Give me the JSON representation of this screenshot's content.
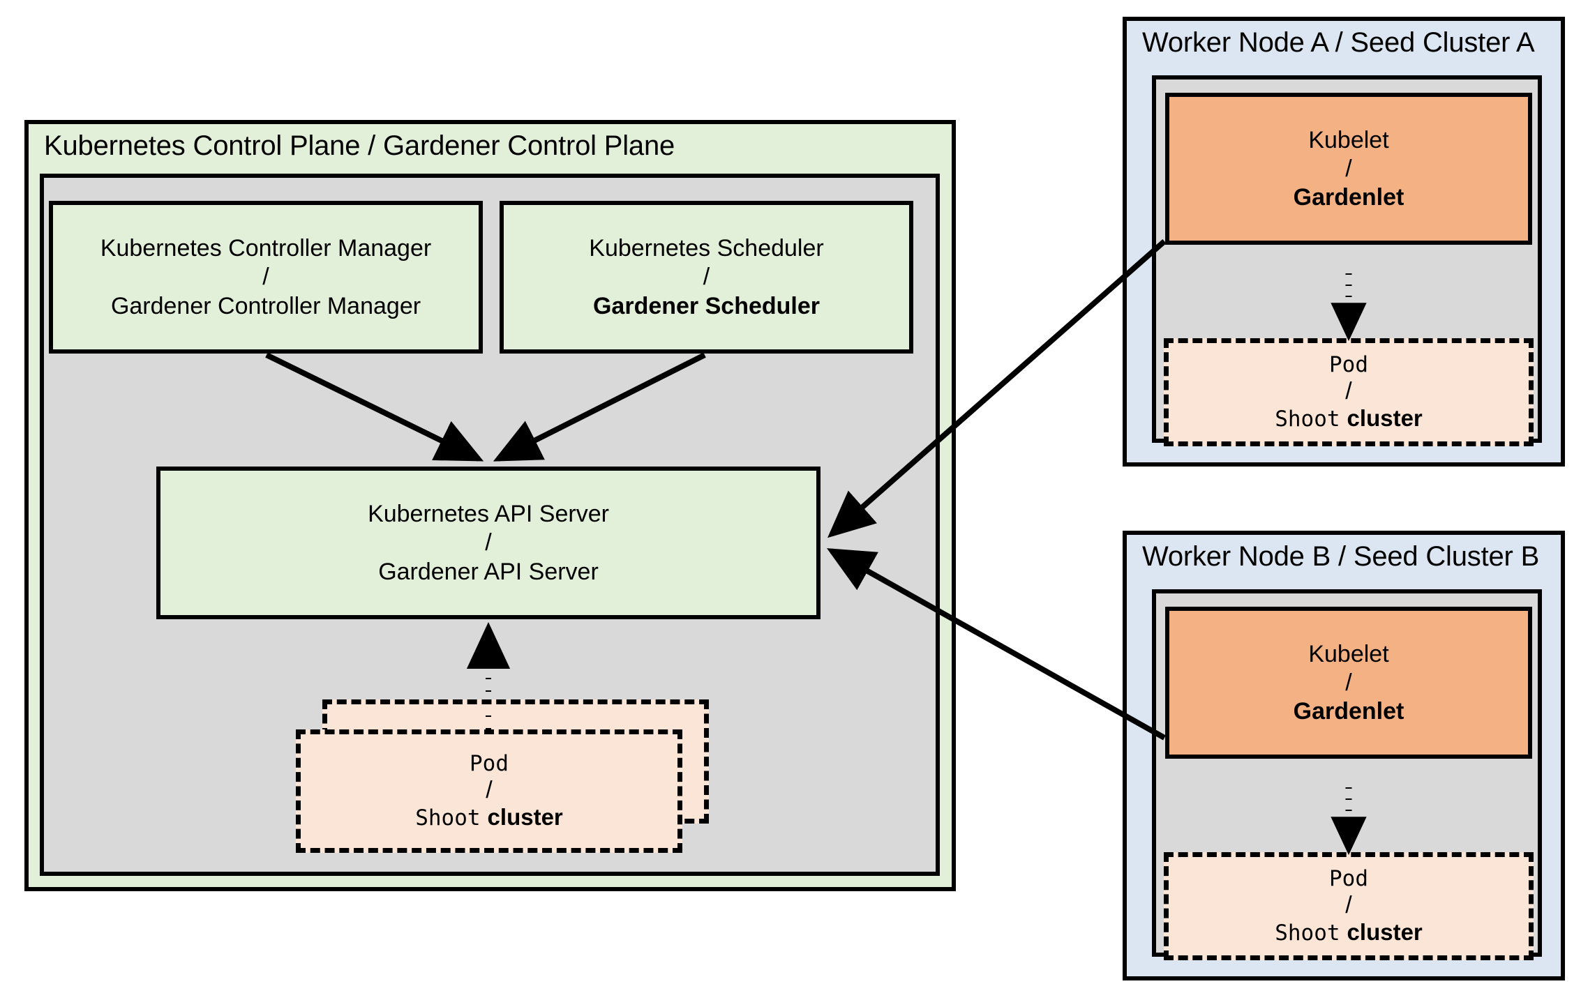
{
  "diagram": {
    "title_visible": false,
    "palette": {
      "green": "#e2efd9",
      "gray": "#d9d9d9",
      "blue": "#dce6f2",
      "orange": "#f4b183",
      "peach": "#fbe5d6",
      "stroke": "#000000",
      "background": "#ffffff"
    }
  },
  "control_plane": {
    "title": "Kubernetes Control Plane / Gardener Control Plane",
    "controller_manager": {
      "line1": "Kubernetes Controller Manager",
      "separator": "/",
      "line2": "Gardener Controller Manager"
    },
    "scheduler": {
      "line1": "Kubernetes Scheduler",
      "separator": "/",
      "line2": "Gardener Scheduler"
    },
    "api_server": {
      "line1": "Kubernetes API Server",
      "separator": "/",
      "line2": "Gardener API Server"
    },
    "pod": {
      "line1": "Pod",
      "separator": "/",
      "line2_mono": "Shoot",
      "line2_bold": "cluster"
    }
  },
  "worker_node_a": {
    "title": "Worker Node A / Seed Cluster A",
    "kubelet": {
      "line1": "Kubelet",
      "separator": "/",
      "line2": "Gardenlet"
    },
    "pod": {
      "line1": "Pod",
      "separator": "/",
      "line2_mono": "Shoot",
      "line2_bold": "cluster"
    }
  },
  "worker_node_b": {
    "title": "Worker Node B / Seed Cluster B",
    "kubelet": {
      "line1": "Kubelet",
      "separator": "/",
      "line2": "Gardenlet"
    },
    "pod": {
      "line1": "Pod",
      "separator": "/",
      "line2_mono": "Shoot",
      "line2_bold": "cluster"
    }
  },
  "connections": [
    {
      "name": "controller-manager-to-api-server",
      "style": "solid",
      "direction": "down-right"
    },
    {
      "name": "scheduler-to-api-server",
      "style": "solid",
      "direction": "down-left"
    },
    {
      "name": "pod-to-api-server",
      "style": "dotted",
      "direction": "up"
    },
    {
      "name": "gardenlet-a-to-api-server",
      "style": "solid",
      "direction": "down-left"
    },
    {
      "name": "gardenlet-b-to-api-server",
      "style": "solid",
      "direction": "up-left"
    },
    {
      "name": "gardenlet-a-to-pod-a",
      "style": "dotted",
      "direction": "down"
    },
    {
      "name": "gardenlet-b-to-pod-b",
      "style": "dotted",
      "direction": "down"
    }
  ]
}
